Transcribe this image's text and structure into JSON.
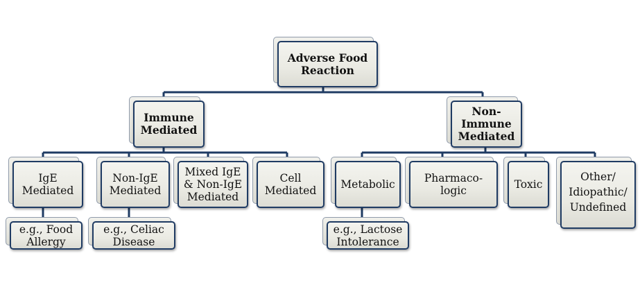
{
  "diagram": {
    "nodes": {
      "root": "Adverse Food\nReaction",
      "immune": "Immune\nMediated",
      "non_immune": "Non-\nImmune\nMediated",
      "ige": "IgE\nMediated",
      "non_ige": "Non-IgE\nMediated",
      "mixed": "Mixed IgE\n& Non-IgE\nMediated",
      "cell": "Cell\nMediated",
      "metabolic": "Metabolic",
      "pharmacologic": "Pharmaco-\nlogic",
      "toxic": "Toxic",
      "other": "Other/\nIdiopathic/\nUndefined",
      "food_allergy": "e.g., Food\nAllergy",
      "celiac": "e.g., Celiac\nDisease",
      "lactose": "e.g., Lactose\nIntolerance"
    },
    "colors": {
      "connector": "#1f3b63",
      "box_border": "#1f3b63",
      "box_fill": "#eaeae3",
      "shadow_border": "#8f9aaa"
    }
  }
}
